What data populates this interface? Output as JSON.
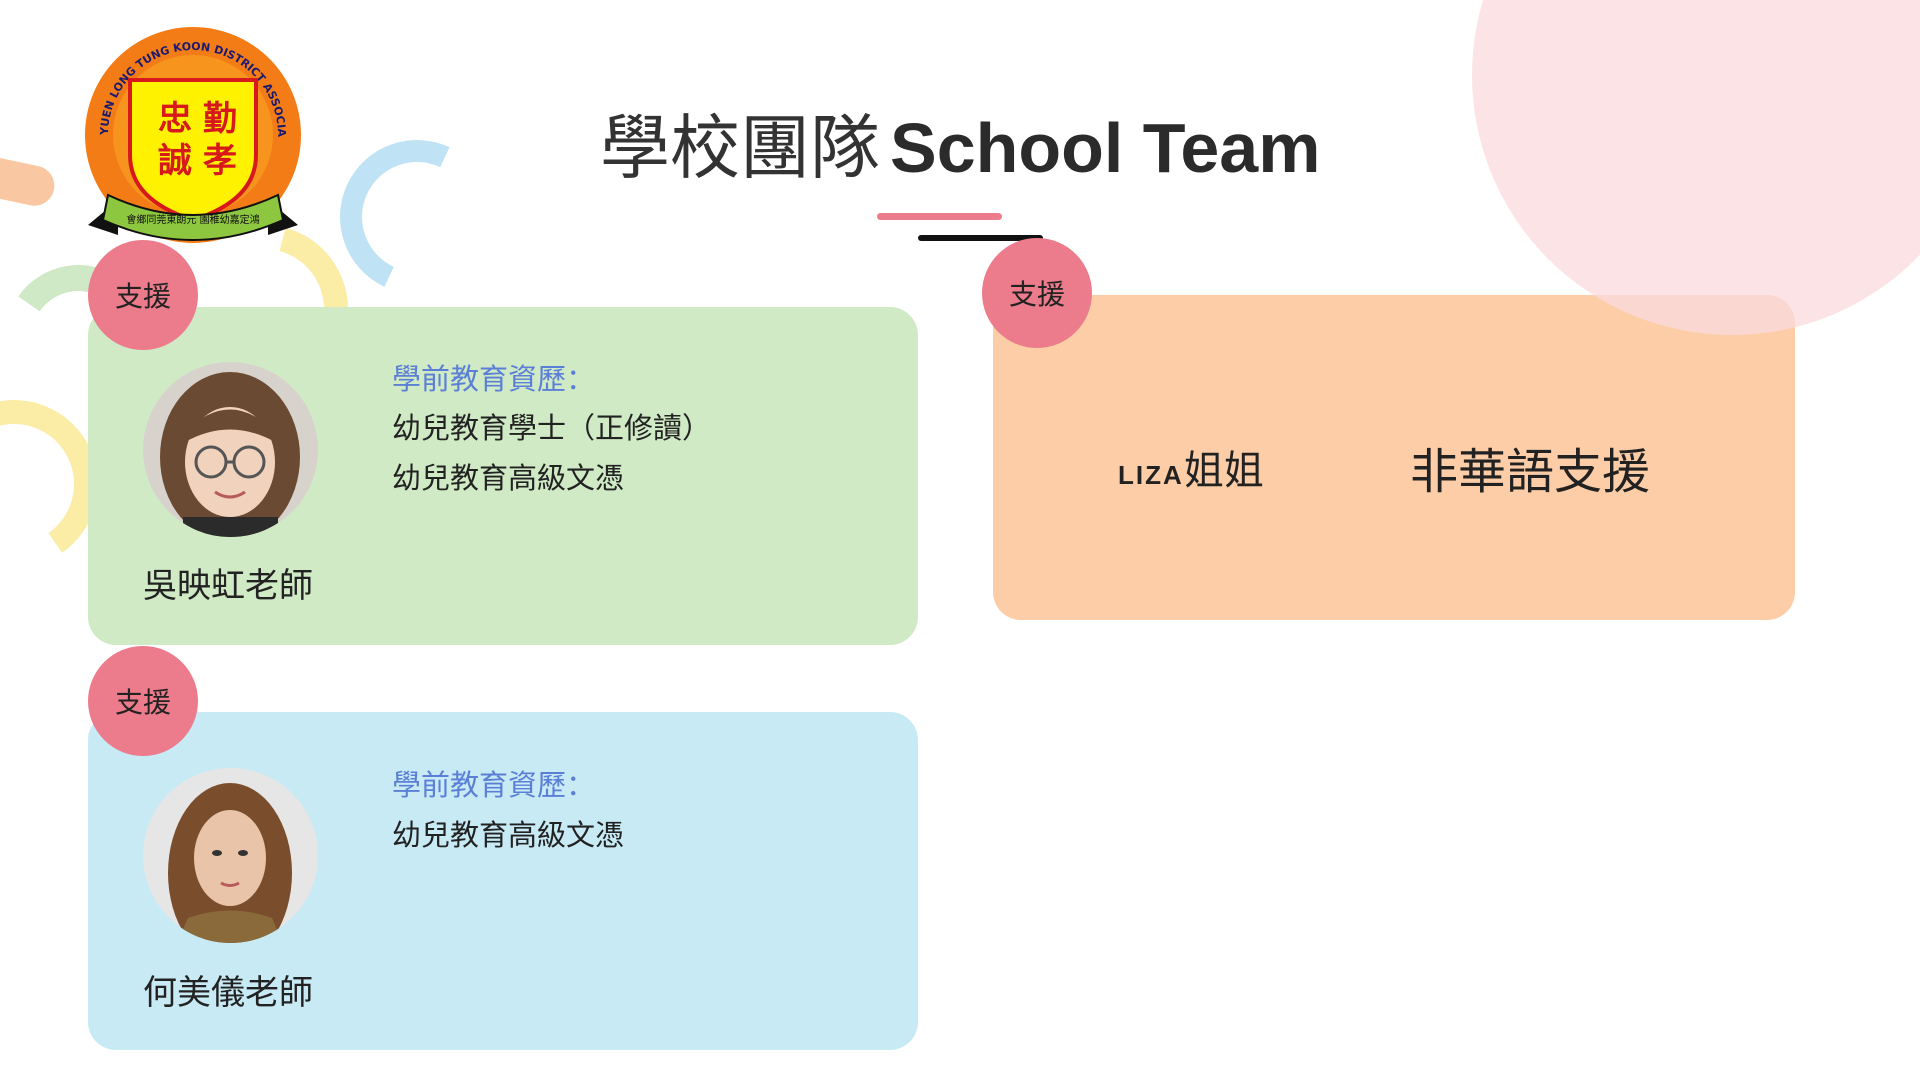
{
  "header": {
    "title_cn": "學校團隊",
    "title_en": "School Team"
  },
  "logo": {
    "ring_text": "YUEN LONG TUNG KOON DISTRICT ASSOCIATION HUNG TING KA KINDERGARTEN",
    "shield_chars": [
      "忠",
      "勤",
      "誠",
      "孝"
    ],
    "ribbon_text": "會鄉同莞東朗元 園稚幼嘉定鴻"
  },
  "cards": [
    {
      "badge": "支援",
      "name": "吳映虹老師",
      "qual_heading": "學前教育資歷：",
      "qualifications": [
        "幼兒教育學士（正修讀）",
        "幼兒教育高級文憑"
      ]
    },
    {
      "badge": "支援",
      "name": "何美儀老師",
      "qual_heading": "學前教育資歷：",
      "qualifications": [
        "幼兒教育高級文憑"
      ]
    }
  ],
  "support_card": {
    "badge": "支援",
    "name_prefix": "LIZA",
    "name_suffix": "姐姐",
    "role": "非華語支援"
  },
  "colors": {
    "badge": "#ec7b8c",
    "card_green": "#d0eac6",
    "card_blue": "#c8eaf5",
    "card_orange": "#fccda6",
    "qual_heading": "#5b7fd6"
  }
}
